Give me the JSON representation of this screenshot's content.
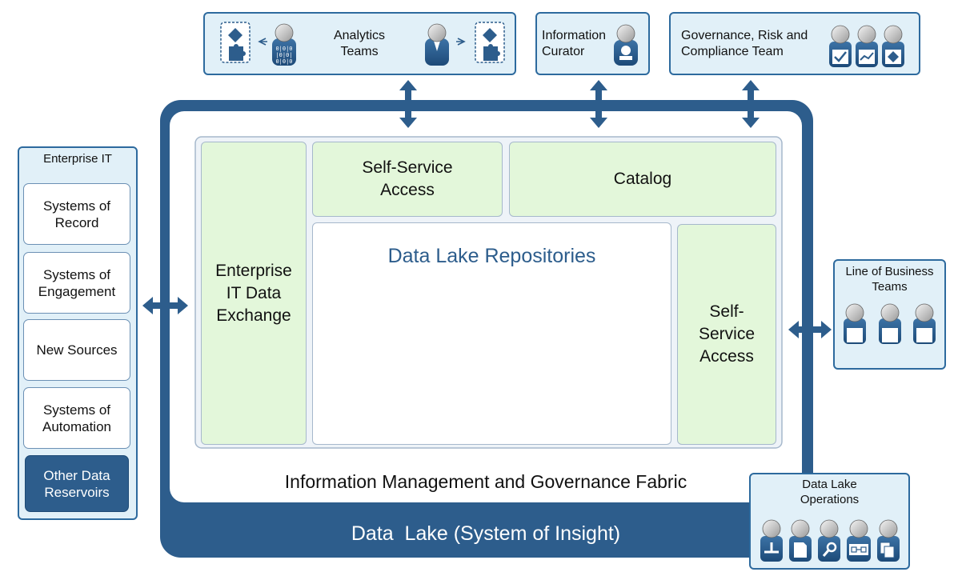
{
  "analytics": {
    "label": "Analytics\nTeams"
  },
  "curator": {
    "label": "Information\nCurator"
  },
  "grc": {
    "label": "Governance, Risk and\nCompliance Team"
  },
  "enterprise_it": {
    "title": "Enterprise IT",
    "items": [
      "Systems of\nRecord",
      "Systems of\nEngagement",
      "New Sources",
      "Systems of\nAutomation",
      "Other Data\nReservoirs"
    ]
  },
  "lake": {
    "exchange": "Enterprise\nIT Data\nExchange",
    "ssa_top": "Self-Service\nAccess",
    "catalog": "Catalog",
    "repositories": "Data Lake Repositories",
    "ssa_right": "Self-\nService\nAccess",
    "fabric": "Information Management and Governance Fabric",
    "title": "Data  Lake (System of Insight)"
  },
  "lob": {
    "title": "Line of Business\nTeams"
  },
  "ops": {
    "title": "Data Lake\nOperations"
  },
  "colors": {
    "dark_blue": "#2d5d8c",
    "panel_bg": "#e1f0f8",
    "green_box": "#e3f7da"
  }
}
